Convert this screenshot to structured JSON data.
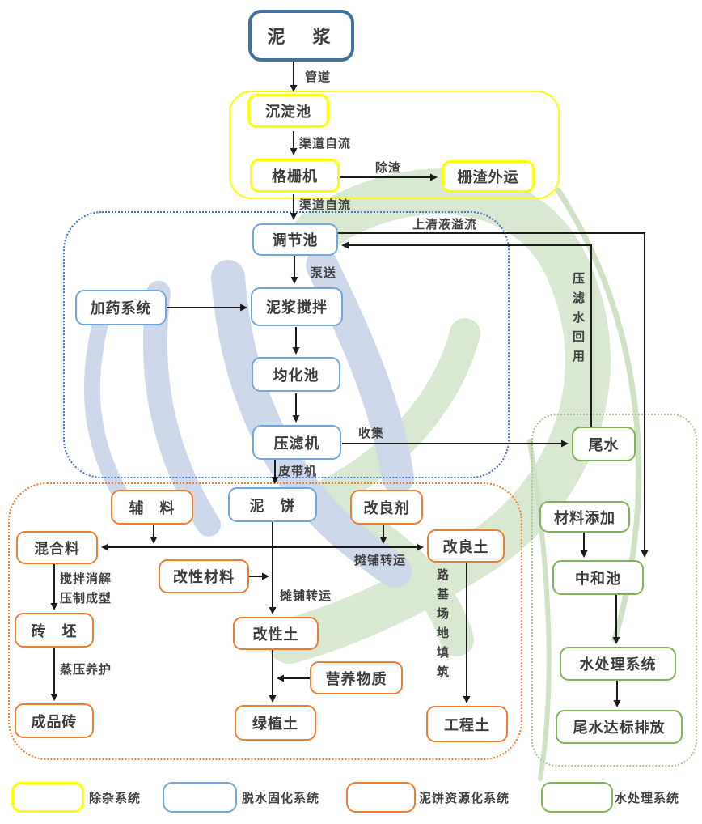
{
  "nodes": {
    "mud": "泥　浆",
    "settling_pool": "沉淀池",
    "grid_machine": "格栅机",
    "slag_transport": "栅渣外运",
    "regulating_pool": "调节池",
    "dosing_system": "加药系统",
    "slurry_mixing": "泥浆搅拌",
    "homogenizing_pool": "均化池",
    "filter_press": "压滤机",
    "mud_cake": "泥　饼",
    "auxiliary": "辅　料",
    "improver": "改良剂",
    "mixture": "混合料",
    "modified_material": "改性材料",
    "improved_soil": "改良土",
    "brick_blank": "砖　坯",
    "finished_brick": "成品砖",
    "modified_soil": "改性土",
    "nutrients": "营养物质",
    "green_soil": "绿植土",
    "engineering_soil": "工程土",
    "tail_water": "尾水",
    "material_addition": "材料添加",
    "neutralization_pool": "中和池",
    "water_treatment": "水处理系统",
    "discharge": "尾水达标排放"
  },
  "edge_labels": {
    "pipeline": "管道",
    "channel_flow_1": "渠道自流",
    "scum_removal": "除渣",
    "channel_flow_2": "渠道自流",
    "supernatant_overflow": "上清液溢流",
    "pumping": "泵送",
    "filter_water_reuse": "压滤水回用",
    "collect": "收集",
    "belt_conveyor": "皮带机",
    "spread_transfer_1": "摊铺转运",
    "spread_transfer_2": "摊铺转运",
    "mix_digest": "搅拌消解",
    "press_forming": "压制成型",
    "autoclave_curing": "蒸压养护",
    "roadbed_filling": "路基场地填筑"
  },
  "legend": [
    {
      "label": "除杂系统",
      "color": "#ffff00"
    },
    {
      "label": "脱水固化系统",
      "color": "#6fa7dc"
    },
    {
      "label": "泥饼资源化系统",
      "color": "#ed7d31"
    },
    {
      "label": "水处理系统",
      "color": "#7fb356"
    }
  ],
  "colors": {
    "mud_box_border": "#41719c",
    "blue_system": "#6fa7dc",
    "yellow_system": "#ffff00",
    "orange_system": "#ed7d31",
    "green_system": "#7fb356",
    "container_blue_dotted": "#4472c4",
    "container_green_dotted": "#a8c88e",
    "arrow": "#1a1a1a",
    "watermark_green": "#d8e8d1",
    "watermark_blue": "#cdd9eb"
  }
}
